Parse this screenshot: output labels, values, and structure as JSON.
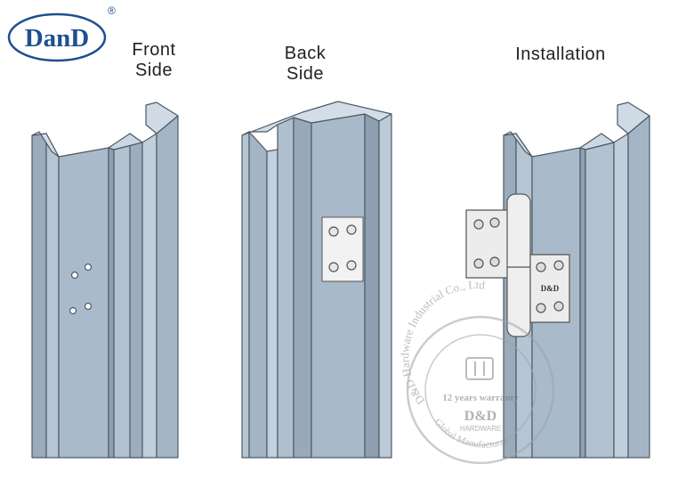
{
  "brand": {
    "logo_text": "DanD",
    "registered_mark": "®",
    "colors": {
      "logo_blue": "#1f4f8f",
      "steel": "#a7b8c8",
      "steel_light": "#c3d1de",
      "steel_dark": "#8597a8",
      "outline": "#4d5a66",
      "stamp": "#b9bcc0"
    }
  },
  "panels": {
    "front_line1": "Front",
    "front_line2": "Side",
    "back_line1": "Back",
    "back_line2": "Side",
    "installation": "Installation"
  },
  "hinge_plate_text": "D&D",
  "stamp": {
    "arc_text": "D&D Hardware Industrial Co., Ltd",
    "warranty": "12 years warranty",
    "brand": "D&D",
    "sub": "HARDWARE",
    "bottom_arc": "Global Manufacturer"
  }
}
